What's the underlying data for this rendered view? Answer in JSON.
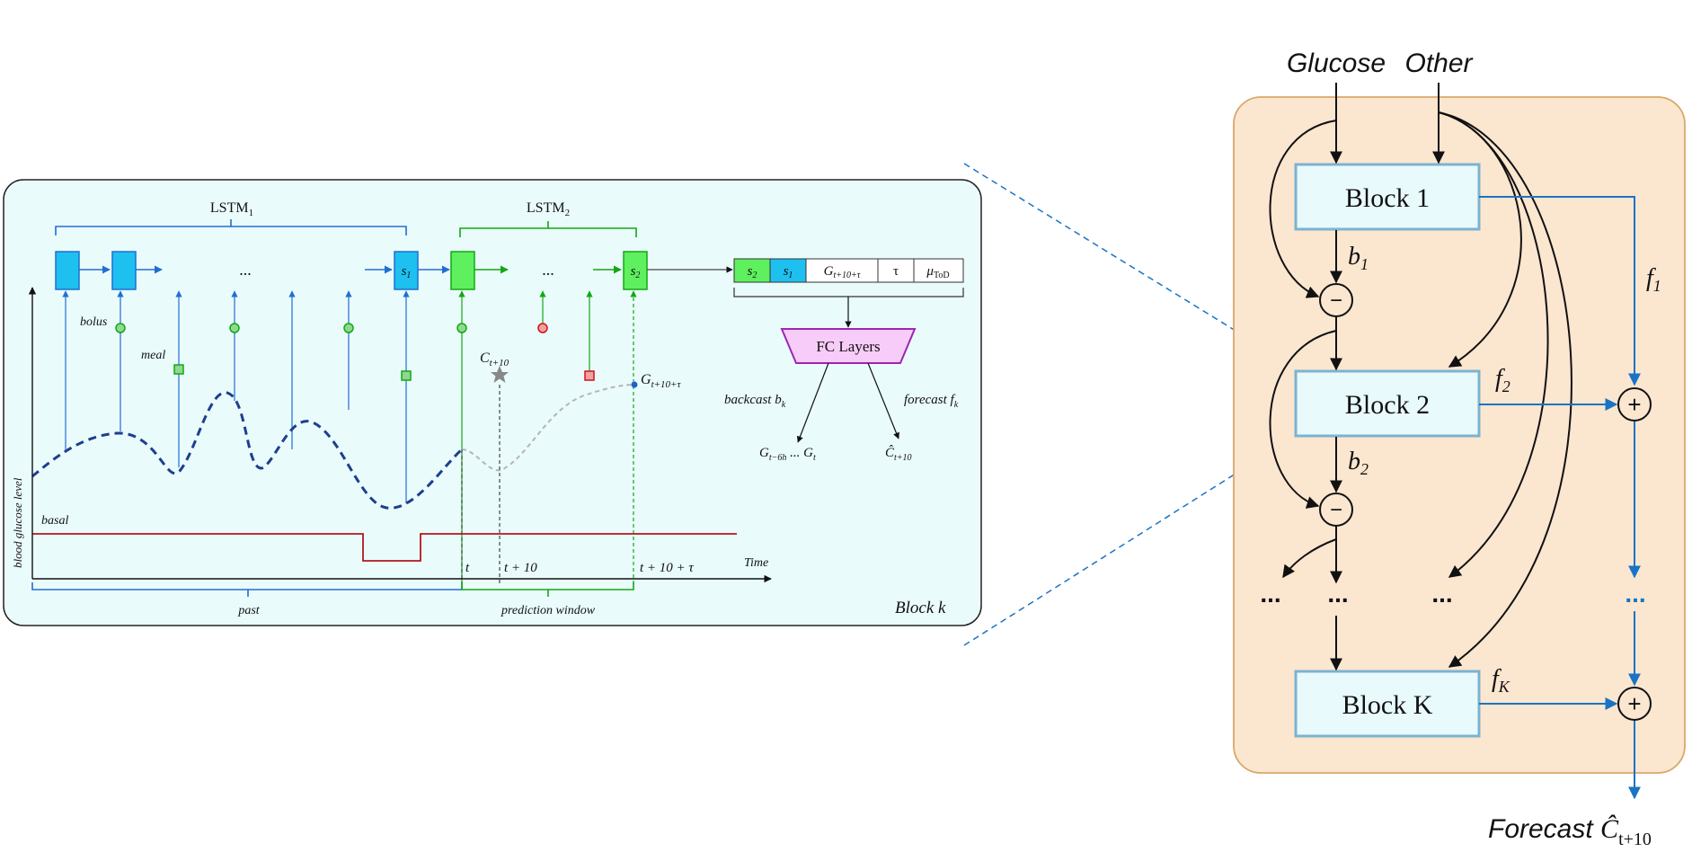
{
  "left_panel": {
    "lstm1": {
      "name": "LSTM",
      "sub": "1"
    },
    "lstm2": {
      "name": "LSTM",
      "sub": "2"
    },
    "ellipsis": "...",
    "cell_s1": {
      "name": "s",
      "sub": "1"
    },
    "cell_s2": {
      "name": "s",
      "sub": "2"
    },
    "bolus": "bolus",
    "meal": "meal",
    "basal": "basal",
    "ylabel": "blood glucose level",
    "xlabel": "Time",
    "tick_t": "t",
    "tick_t10": "t + 10",
    "tick_t10tau": "t + 10 + τ",
    "past": "past",
    "prediction_window": "prediction window",
    "block_k": "Block k",
    "c_label": {
      "name": "C",
      "sub": "t+10"
    },
    "g_label": {
      "name": "G",
      "sub": "t+10+τ"
    },
    "vector": [
      {
        "name": "s",
        "sub": "2",
        "color": "#5ef05e"
      },
      {
        "name": "s",
        "sub": "1",
        "color": "#1ec0f0"
      },
      {
        "name": "G",
        "sub": "t+10+τ",
        "color": "#ffffff"
      },
      {
        "name": "τ",
        "sub": "",
        "color": "#ffffff"
      },
      {
        "name": "μ",
        "sub": "ToD",
        "color": "#ffffff"
      }
    ],
    "fc_layers": "FC Layers",
    "backcast": {
      "text": "backcast b",
      "sub": "k"
    },
    "forecast": {
      "text": "forecast f",
      "sub": "k"
    },
    "backcast_out": {
      "a": "G",
      "a_sub": "t−6h",
      "mid": " ... ",
      "b": "G",
      "b_sub": "t"
    },
    "forecast_out": {
      "name": "Ĉ",
      "sub": "t+10"
    }
  },
  "right_panel": {
    "input_glucose": "Glucose",
    "input_other": "Other",
    "block1": "Block 1",
    "block2": "Block 2",
    "blockK": "Block K",
    "minus": "−",
    "plus": "+",
    "b1": {
      "name": "b",
      "sub": "1"
    },
    "b2": {
      "name": "b",
      "sub": "2"
    },
    "f1": {
      "name": "f",
      "sub": "1"
    },
    "f2": {
      "name": "f",
      "sub": "2"
    },
    "fK": {
      "name": "f",
      "sub": "K"
    },
    "dots": "...",
    "output": {
      "text": "Forecast ",
      "name": "Ĉ",
      "sub": "t+10"
    }
  },
  "colors": {
    "left_bg": "#eafbfc",
    "right_bg": "#fbe6d0",
    "block_fill": "#e9fafc",
    "block_stroke": "#7cb3cf",
    "cyan": "#1ec0f0",
    "green": "#5ef05e",
    "blue_line": "#1f6fd0",
    "green_line": "#13a813",
    "red": "#b3171d",
    "purple": "#9c27b0",
    "pink": "#f8ccf8",
    "dark_blue": "#1d3f8f",
    "out_blue": "#1a73c4"
  }
}
